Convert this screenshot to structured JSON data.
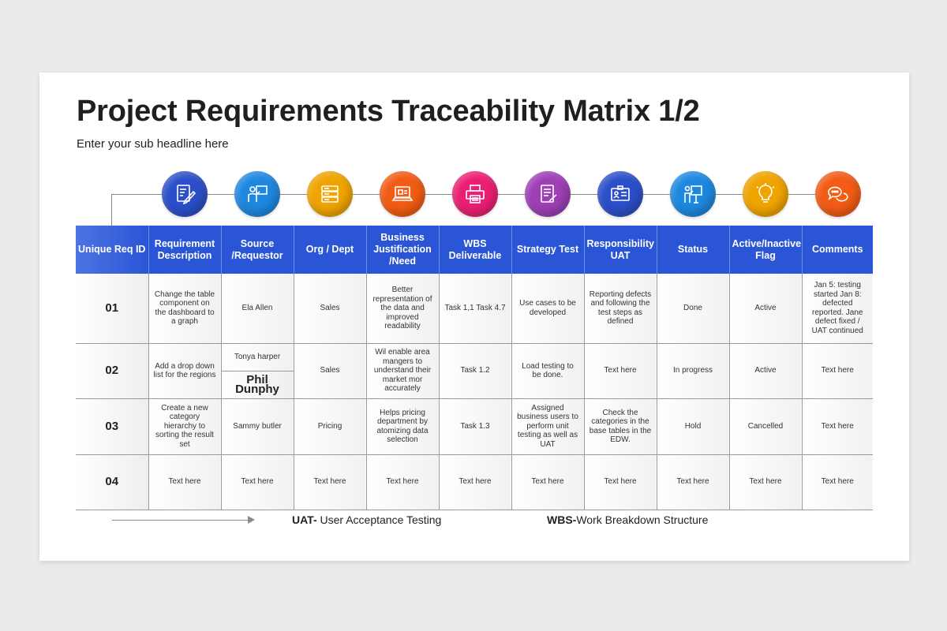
{
  "title": "Project Requirements Traceability Matrix 1/2",
  "subtitle": "Enter your sub headline here",
  "icons": [
    {
      "name": "document-edit-icon",
      "color": "#2b4fc9"
    },
    {
      "name": "presenter-board-icon",
      "color": "#1e88e0"
    },
    {
      "name": "server-stack-icon",
      "color": "#f0a400"
    },
    {
      "name": "laptop-chart-icon",
      "color": "#f25c14"
    },
    {
      "name": "printer-icon",
      "color": "#ea1f74"
    },
    {
      "name": "checklist-icon",
      "color": "#9d3fb5"
    },
    {
      "name": "id-card-icon",
      "color": "#2b4fc9"
    },
    {
      "name": "presentation-person-icon",
      "color": "#1e88e0"
    },
    {
      "name": "lightbulb-icon",
      "color": "#f0a400"
    },
    {
      "name": "chat-bubbles-icon",
      "color": "#f25c14"
    }
  ],
  "table": {
    "headers": [
      "Unique Req ID",
      "Requirement Description",
      "Source /Requestor",
      "Org / Dept",
      "Business Justification /Need",
      "WBS Deliverable",
      "Strategy Test",
      "Responsibility UAT",
      "Status",
      "Active/Inactive Flag",
      "Comments"
    ],
    "rows": {
      "r1": {
        "id": "01",
        "description": "Change the table component on the dashboard to a graph",
        "source": "Ela Allen",
        "org": "Sales",
        "justification": "Better representation of the data and improved readability",
        "wbs": "Task 1,1 Task 4.7",
        "strategy": "Use cases to be developed",
        "responsibility": "Reporting defects and following the test steps as defined",
        "status": "Done",
        "flag": "Active",
        "comments": "Jan 5: testing started Jan 8: defected reported. Jane defect fixed / UAT continued"
      },
      "r2": {
        "id": "02",
        "description": "Add a drop down list for the regions",
        "source_a": "Tonya harper",
        "source_b": "Phil Dunphy",
        "org": "Sales",
        "justification": "Wil enable area mangers to understand their market mor accurately",
        "wbs": "Task 1.2",
        "strategy": "Load testing to be done.",
        "responsibility": "Text here",
        "status": "In progress",
        "flag": "Active",
        "comments": "Text here"
      },
      "r3": {
        "id": "03",
        "description": "Create a new category hierarchy to sorting the result set",
        "source": "Sammy butler",
        "org": "Pricing",
        "justification": "Helps pricing department by atomizing data selection",
        "wbs": "Task 1.3",
        "strategy": "Assigned business users to perform unit testing as well as UAT",
        "responsibility": "Check the categories in the base tables in the EDW.",
        "status": "Hold",
        "flag": "Cancelled",
        "comments": "Text here"
      },
      "r4": {
        "id": "04",
        "description": "Text here",
        "source": "Text here",
        "org": "Text here",
        "justification": "Text here",
        "wbs": "Text here",
        "strategy": "Text here",
        "responsibility": "Text here",
        "status": "Text here",
        "flag": "Text here",
        "comments": "Text here"
      }
    }
  },
  "footnotes": {
    "uat_abbr": "UAT-",
    "uat_text": " User Acceptance Testing",
    "wbs_abbr": "WBS-",
    "wbs_text": "Work Breakdown Structure"
  },
  "colors": {
    "header_blue": "#2a55d6",
    "background": "#ebebeb"
  }
}
